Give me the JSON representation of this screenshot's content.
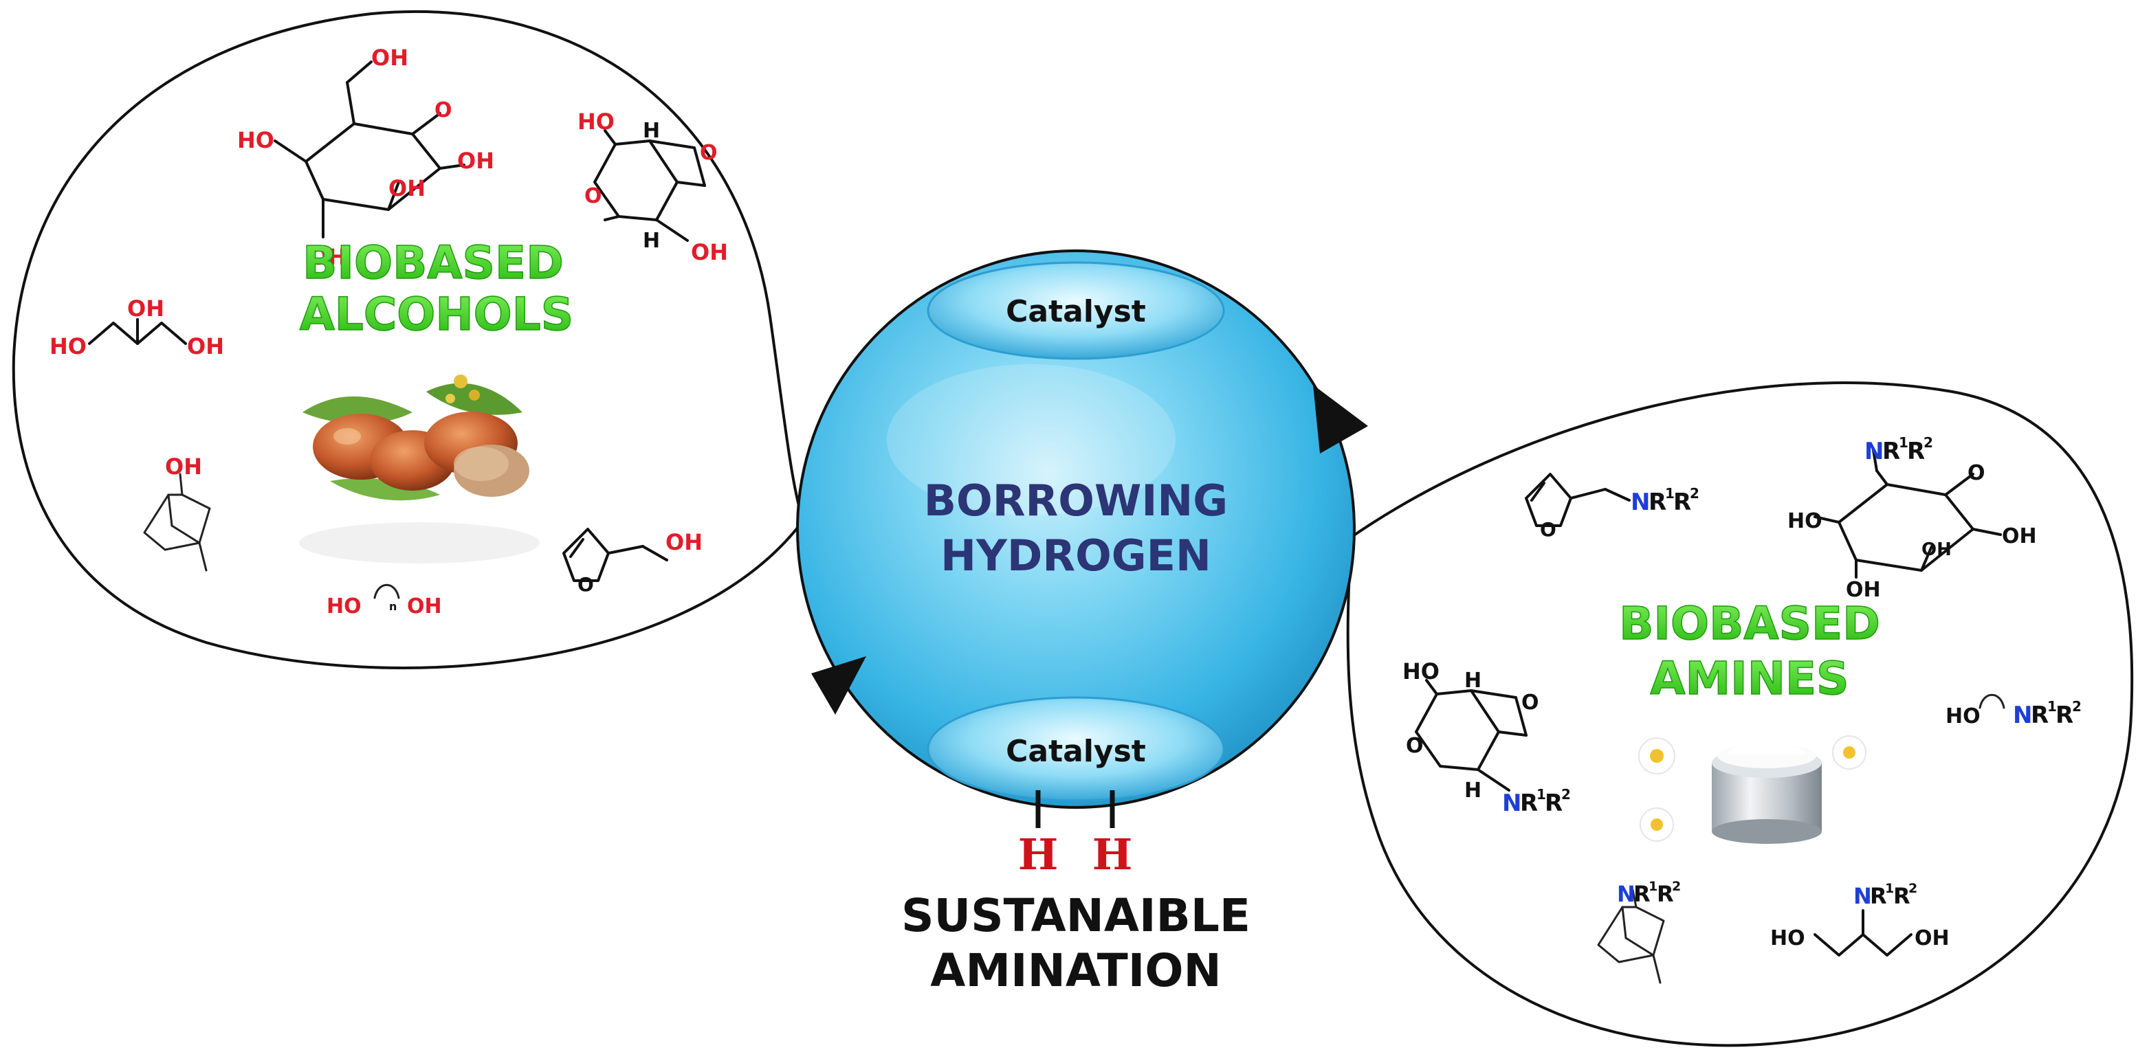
{
  "center": {
    "line1": "BORROWING",
    "line2": "HYDROGEN",
    "catalyst_top": "Catalyst",
    "catalyst_bottom": "Catalyst",
    "h_left": "H",
    "h_right": "H",
    "caption_line1": "SUSTANAIBLE",
    "caption_line2": "AMINATION"
  },
  "left_bubble": {
    "title_line1": "BIOBASED",
    "title_line2": "ALCOHOLS",
    "glucose": {
      "oh1": "OH",
      "oh2": "HO",
      "oh3": "OH",
      "oh4": "OH",
      "oh5": "OH"
    },
    "isosorbide": {
      "ho": "HO",
      "oh": "OH",
      "h1": "H",
      "h2": "H"
    },
    "glycerol": {
      "oh_top": "OH",
      "ho_left": "HO",
      "oh_right": "OH"
    },
    "terpene": {
      "oh": "OH"
    },
    "furfuryl": {
      "oh": "OH"
    },
    "diol": {
      "ho": "HO",
      "n": "n",
      "oh": "OH"
    }
  },
  "right_bubble": {
    "title_line1": "BIOBASED",
    "title_line2": "AMINES",
    "furfuryl_amine": {
      "n": "N",
      "r": "R",
      "s1": "1",
      "r2": "R",
      "s2": "2"
    },
    "glucosamine": {
      "n": "N",
      "r": "R",
      "s1": "1",
      "r2": "R",
      "s2": "2",
      "ho": "HO",
      "oh_right": "OH",
      "oh_bottom": "OH"
    },
    "isosorbide_amine": {
      "ho": "HO",
      "h1": "H",
      "h2": "H",
      "n": "N",
      "r": "R",
      "s1": "1",
      "r2": "R",
      "s2": "2"
    },
    "alkyl_amine": {
      "ho": "HO",
      "n": "N",
      "r": "R",
      "s1": "1",
      "r2": "R",
      "s2": "2"
    },
    "terpene_amine": {
      "n": "N",
      "r": "R",
      "s1": "1",
      "r2": "R",
      "s2": "2"
    },
    "glycerol_amine": {
      "n": "N",
      "r": "R",
      "s1": "1",
      "r2": "R",
      "s2": "2",
      "ho": "HO",
      "oh": "OH"
    }
  },
  "colors": {
    "title_green": "#39d11c",
    "center_text": "#2c3575",
    "hydrogen_red": "#d0121b",
    "oh_red": "#e11d2a",
    "nitrogen_blue": "#1d3fd6",
    "sphere_blue": "#4fc4ec"
  }
}
